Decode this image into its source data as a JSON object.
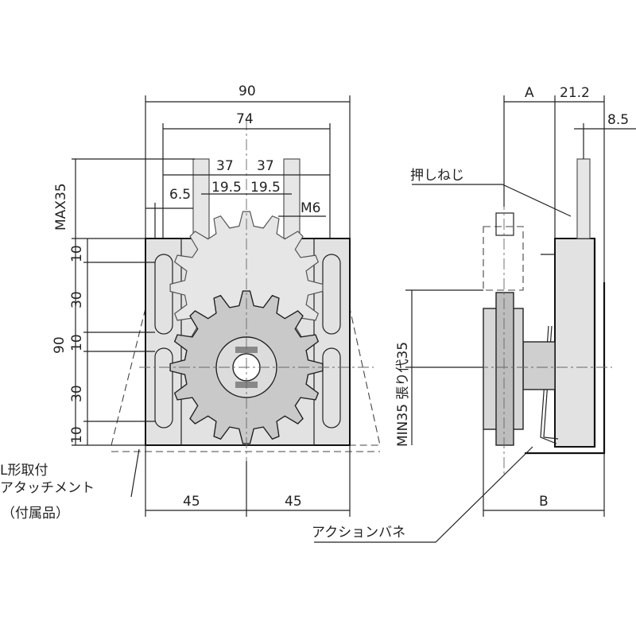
{
  "dimensions": {
    "width_total": "90",
    "width_inner": "74",
    "half_left": "37",
    "half_right": "37",
    "bolt_left": "19.5",
    "bolt_right": "19.5",
    "offset": "6.5",
    "thread": "M6",
    "max_travel": "MAX35",
    "height_total": "90",
    "seg_top": "10",
    "seg_30_upper": "30",
    "seg_mid": "10",
    "seg_30_lower": "30",
    "seg_bottom": "10",
    "base_left": "45",
    "base_right": "45",
    "side_a": "A",
    "side_depth": "21.2",
    "side_offset": "8.5",
    "side_b": "B",
    "min_travel": "MIN35 張り代35"
  },
  "labels": {
    "push_screw": "押しねじ",
    "attachment_line1": "L形取付",
    "attachment_line2": "アタッチメント",
    "attachment_line3": "（付属品）",
    "action_spring": "アクションバネ"
  },
  "colors": {
    "line": "#222222",
    "gear_fill": "#c9c9c9",
    "plate_fill": "#e2e2e2"
  }
}
